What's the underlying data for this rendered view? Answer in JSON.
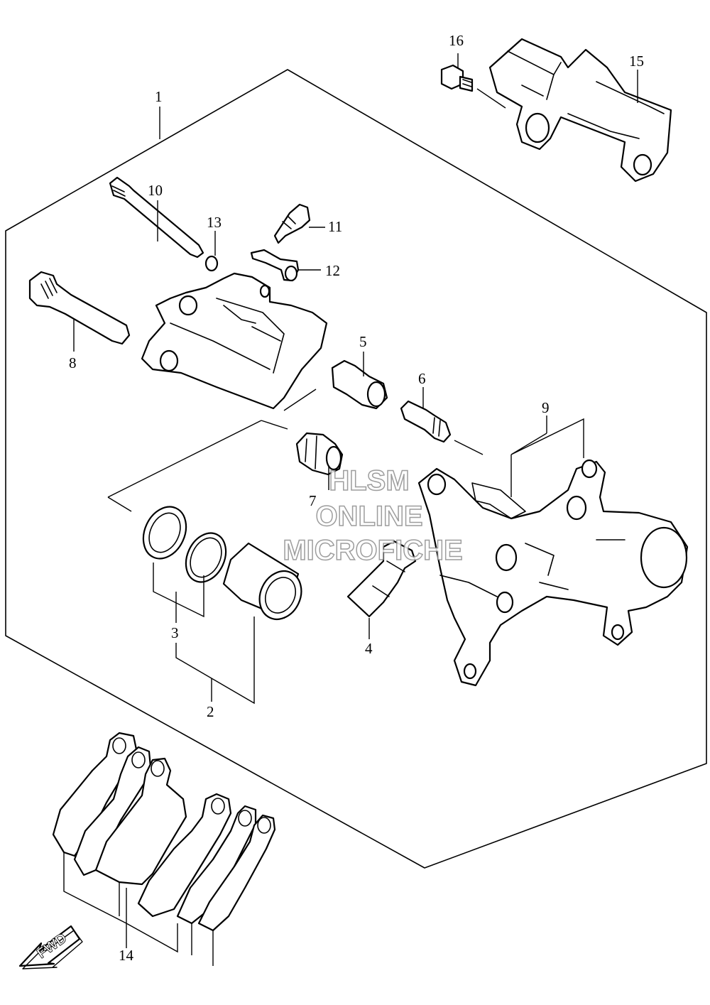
{
  "callouts": {
    "c1": "1",
    "c2": "2",
    "c3": "3",
    "c4": "4",
    "c5": "5",
    "c6": "6",
    "c7": "7",
    "c8": "8",
    "c9": "9",
    "c10": "10",
    "c11": "11",
    "c12": "12",
    "c13": "13",
    "c14": "14",
    "c15": "15",
    "c16": "16"
  },
  "watermark": {
    "line1": "HLSM",
    "line2": "ONLINE",
    "line3": "MICROFICHE"
  },
  "fwd_label": "FWD",
  "colors": {
    "line": "#000000",
    "watermark_stroke": "#8c8c8c",
    "background": "#ffffff"
  }
}
